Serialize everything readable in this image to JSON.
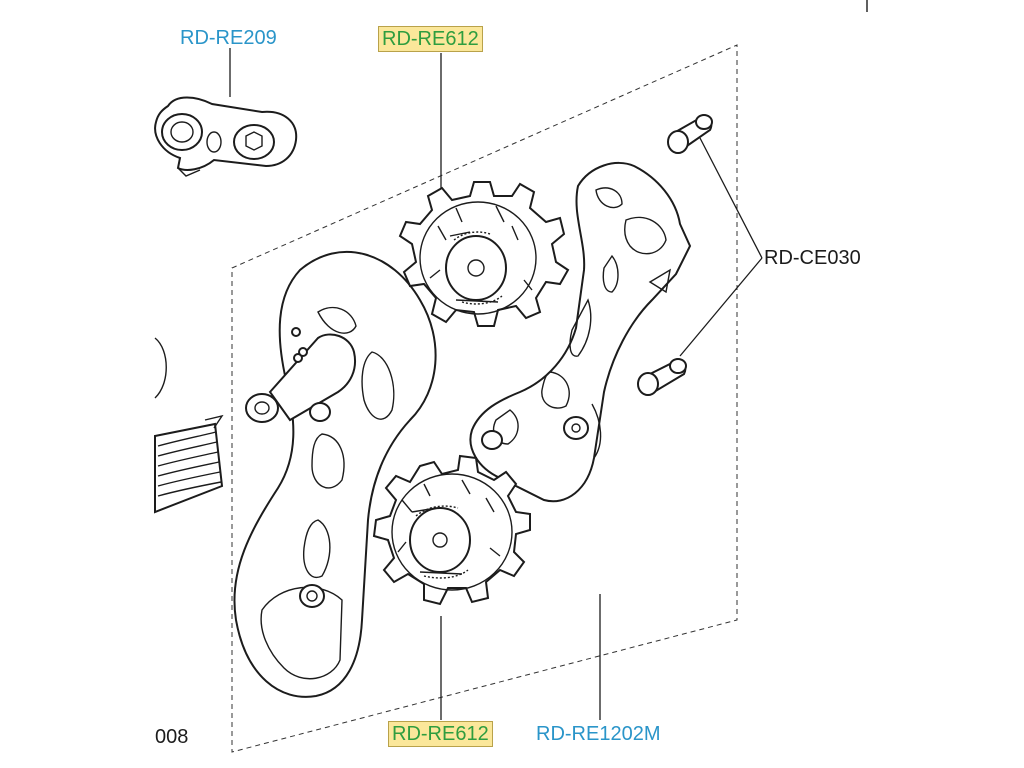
{
  "colors": {
    "label_blue": "#2a95c9",
    "label_green": "#2f9d3f",
    "label_black": "#1c1c1c",
    "highlight_fill": "#fbe79a"
  },
  "labels": {
    "bracket_link": "RD-RE209",
    "upper_pulley": "RD-RE612",
    "lower_pulley": "RD-RE612",
    "pins": "RD-CE030",
    "cage_assembly": "RD-RE1202M",
    "partial_code": "008"
  }
}
